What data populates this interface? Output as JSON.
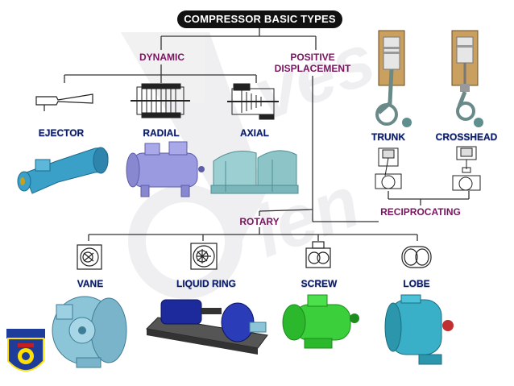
{
  "title": "COMPRESSOR BASIC TYPES",
  "categories": {
    "dynamic": "DYNAMIC",
    "positive_displacement": "POSITIVE\nDISPLACEMENT",
    "rotary": "ROTARY",
    "reciprocating": "RECIPROCATING"
  },
  "types": {
    "ejector": "EJECTOR",
    "radial": "RADIAL",
    "axial": "AXIAL",
    "trunk": "TRUNK",
    "crosshead": "CROSSHEAD",
    "vane": "VANE",
    "liquid_ring": "LIQUID RING",
    "screw": "SCREW",
    "lobe": "LOBE"
  },
  "colors": {
    "title_bg": "#111111",
    "category_text": "#7a1460",
    "type_text": "#0a1a6a",
    "connector": "#333333",
    "ejector": "#3aa0c8",
    "radial": "#9a9ae0",
    "axial": "#8cc4c8",
    "vane": "#8cc4d8",
    "liquid_ring": "#1c2a9c",
    "screw": "#3ccf3c",
    "lobe": "#3ab0c8"
  },
  "icons": [
    "ejector-diagram-icon",
    "radial-compressor-diagram-icon",
    "axial-compressor-diagram-icon",
    "trunk-piston-icon",
    "crosshead-piston-icon",
    "vane-diagram-icon",
    "liquid-ring-diagram-icon",
    "screw-diagram-icon",
    "lobe-diagram-icon",
    "institution-logo"
  ]
}
